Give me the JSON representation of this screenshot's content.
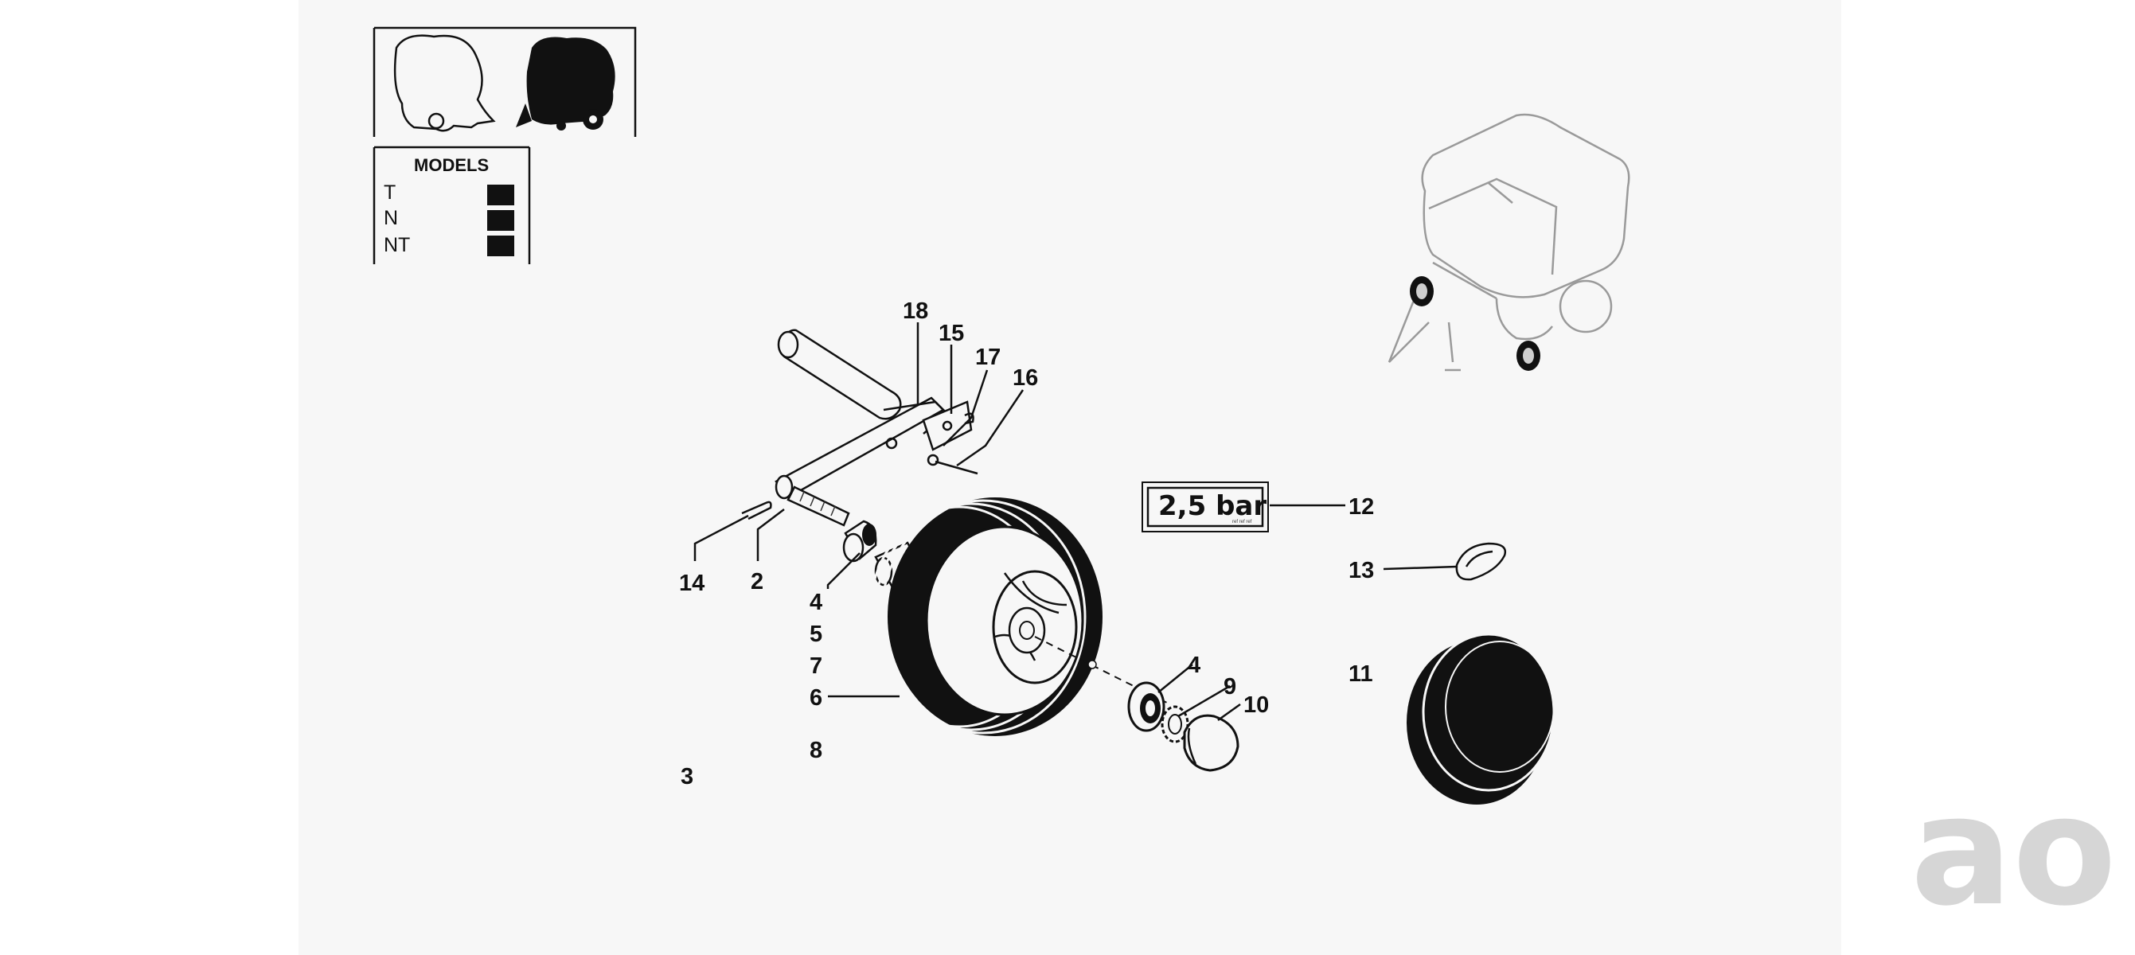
{
  "models_legend": {
    "title": "MODELS",
    "rows": [
      {
        "label": "T"
      },
      {
        "label": "N"
      },
      {
        "label": "NT"
      }
    ]
  },
  "pressure_decal": {
    "text": "2,5 bar",
    "subtext": "ref ref ref"
  },
  "callouts": {
    "c18": "18",
    "c15": "15",
    "c17": "17",
    "c16": "16",
    "c14": "14",
    "c2": "2",
    "c4a": "4",
    "c5": "5",
    "c7": "7",
    "c6": "6",
    "c8": "8",
    "c3": "3",
    "c4b": "4",
    "c9": "9",
    "c10": "10",
    "c12": "12",
    "c13": "13",
    "c11": "11"
  },
  "watermark": {
    "text": "ao"
  },
  "colors": {
    "sheet": "#f7f7f7",
    "ink": "#111111",
    "watermark": "#d6d6d6"
  }
}
